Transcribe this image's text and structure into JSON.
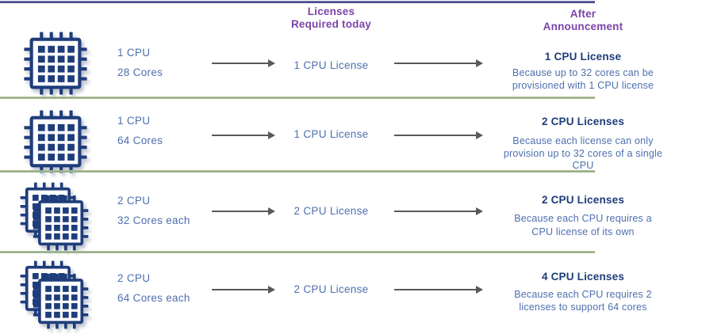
{
  "colors": {
    "chip_navy": "#1e3d7b",
    "heading_navy": "#1d3c7a",
    "body_blue": "#4e6fae",
    "header_purple": "#7b44a8",
    "divider_green": "#85a071",
    "top_line_navy": "#35367c",
    "arrow_gray": "#58595b"
  },
  "header": {
    "today_line1": "Licenses",
    "today_line2": "Required today",
    "after_line1": "After",
    "after_line2": "Announcement"
  },
  "rows": [
    {
      "icon": "cpu-chip-icon",
      "chips": 1,
      "spec": {
        "line1": "1 CPU",
        "line2": "28 Cores"
      },
      "today_license": "1 CPU License",
      "after": {
        "license": "1 CPU License",
        "reasons": [
          "Because up to 32 cores can be",
          "provisioned with 1 CPU license"
        ]
      }
    },
    {
      "icon": "cpu-chip-icon",
      "chips": 1,
      "spec": {
        "line1": "1 CPU",
        "line2": "64 Cores"
      },
      "today_license": "1 CPU License",
      "after": {
        "license": "2 CPU Licenses",
        "reasons": [
          "Because each license can only",
          "provision up to 32 cores of a single",
          "CPU"
        ]
      }
    },
    {
      "icon": "dual-cpu-chip-icon",
      "chips": 2,
      "spec": {
        "line1": "2 CPU",
        "line2": "32 Cores each"
      },
      "today_license": "2 CPU License",
      "after": {
        "license": "2 CPU Licenses",
        "reasons": [
          "Because each CPU requires a",
          "CPU license of its own"
        ]
      }
    },
    {
      "icon": "dual-cpu-chip-icon",
      "chips": 2,
      "spec": {
        "line1": "2 CPU",
        "line2": "64 Cores each"
      },
      "today_license": "2 CPU License",
      "after": {
        "license": "4 CPU Licenses",
        "reasons": [
          "Because each CPU requires 2",
          "licenses to support 64 cores"
        ]
      }
    }
  ]
}
